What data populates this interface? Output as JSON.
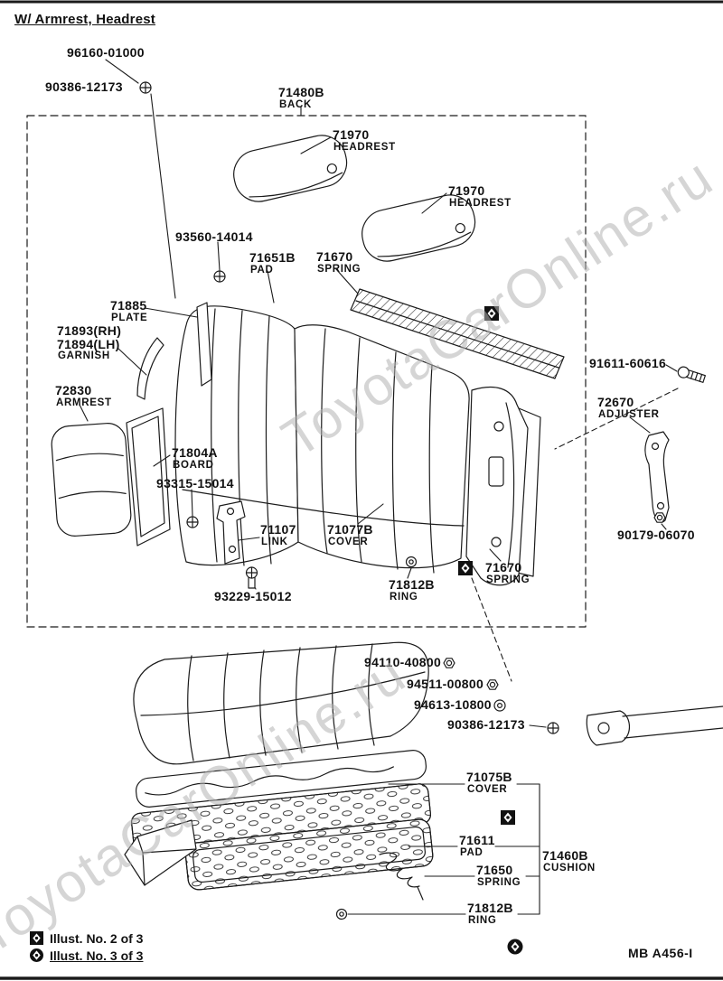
{
  "note": "W/ Armrest, Headrest",
  "watermark": "ToyotaCarOnline.ru",
  "doc_code": "MB A456-I",
  "legend": [
    {
      "label": "Illust. No. 2 of 3"
    },
    {
      "label": "Illust. No. 3 of 3"
    }
  ],
  "labels": [
    {
      "lines": [
        "96160-01000"
      ]
    },
    {
      "lines": [
        "90386-12173"
      ]
    },
    {
      "lines": [
        "71480B",
        "BACK"
      ]
    },
    {
      "lines": [
        "71970",
        "HEADREST"
      ]
    },
    {
      "lines": [
        "71970",
        "HEADREST"
      ]
    },
    {
      "lines": [
        "93560-14014"
      ]
    },
    {
      "lines": [
        "71651B",
        "PAD"
      ]
    },
    {
      "lines": [
        "71670",
        "SPRING"
      ]
    },
    {
      "lines": [
        "71885",
        "PLATE"
      ]
    },
    {
      "lines": [
        "71893(RH)",
        "71894(LH)",
        "GARNISH"
      ]
    },
    {
      "lines": [
        "72830",
        "ARMREST"
      ]
    },
    {
      "lines": [
        "71804A",
        "BOARD"
      ]
    },
    {
      "lines": [
        "93315-15014"
      ]
    },
    {
      "lines": [
        "71107",
        "LINK"
      ]
    },
    {
      "lines": [
        "71077B",
        "COVER"
      ]
    },
    {
      "lines": [
        "93229-15012"
      ]
    },
    {
      "lines": [
        "71812B",
        "RING"
      ]
    },
    {
      "lines": [
        "71670",
        "SPRING"
      ]
    },
    {
      "lines": [
        "91611-60616"
      ]
    },
    {
      "lines": [
        "72670",
        "ADJUSTER"
      ]
    },
    {
      "lines": [
        "90179-06070"
      ]
    },
    {
      "lines": [
        "94110-40800"
      ]
    },
    {
      "lines": [
        "94511-00800"
      ]
    },
    {
      "lines": [
        "94613-10800"
      ]
    },
    {
      "lines": [
        "90386-12173"
      ]
    },
    {
      "lines": [
        "71075B",
        "COVER"
      ]
    },
    {
      "lines": [
        "71611",
        "PAD"
      ]
    },
    {
      "lines": [
        "71460B",
        "CUSHION"
      ]
    },
    {
      "lines": [
        "71650",
        "SPRING"
      ]
    },
    {
      "lines": [
        "71812B",
        "RING"
      ]
    }
  ]
}
